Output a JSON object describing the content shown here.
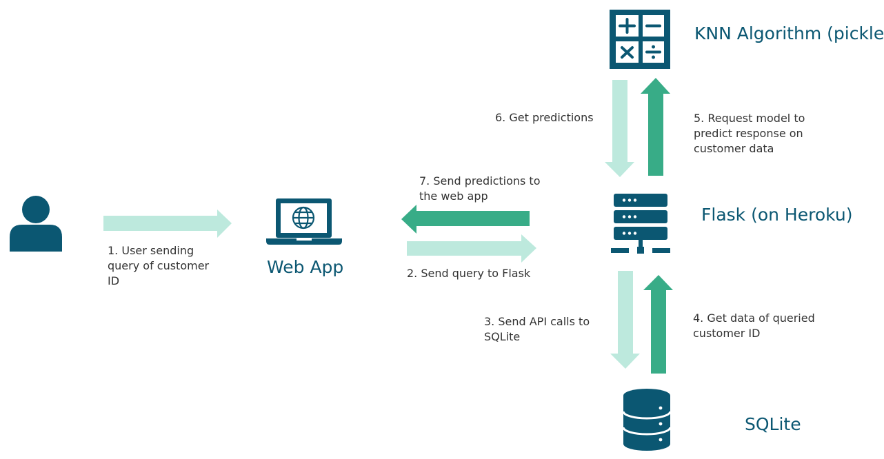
{
  "nodes": {
    "user": {
      "icon": "user-icon"
    },
    "web_app": {
      "icon": "laptop-globe-icon",
      "label": "Web App"
    },
    "flask": {
      "icon": "server-icon",
      "label": "Flask (on Heroku)"
    },
    "knn": {
      "icon": "calculator-icon",
      "label": "KNN Algorithm (pickle)"
    },
    "sqlite": {
      "icon": "database-icon",
      "label": "SQLite"
    }
  },
  "steps": {
    "s1": [
      "1. User sending",
      "query of customer",
      "ID"
    ],
    "s2": [
      "2. Send query to Flask"
    ],
    "s3": [
      "3. Send API calls to",
      "SQLite"
    ],
    "s4": [
      "4. Get data of queried",
      "customer ID"
    ],
    "s5": [
      "5. Request model to",
      "predict response on",
      "customer data"
    ],
    "s6": [
      "6. Get predictions"
    ],
    "s7": [
      "7. Send predictions to",
      "the web app"
    ]
  },
  "colors": {
    "primary": "#0b5772",
    "arrow_light": "#bde9dd",
    "arrow_dark": "#38ac87",
    "text": "#333333"
  }
}
